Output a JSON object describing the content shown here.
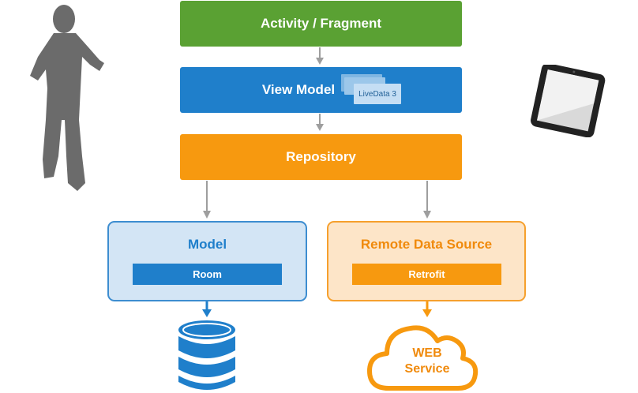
{
  "layers": {
    "activity_label": "Activity / Fragment",
    "viewmodel_label": "View Model",
    "livedata_label": "LiveData 3",
    "repository_label": "Repository"
  },
  "model": {
    "title": "Model",
    "library": "Room"
  },
  "remote": {
    "title": "Remote Data Source",
    "library": "Retrofit"
  },
  "web": {
    "line1": "WEB",
    "line2": "Service"
  },
  "icons": [
    "person-silhouette-icon",
    "tablet-icon",
    "database-icon",
    "cloud-icon"
  ],
  "colors": {
    "activity": "#5aa133",
    "viewmodel": "#1f7fcb",
    "repository": "#f7990f",
    "model_bg": "#d3e5f5",
    "remote_bg": "#fde5c8",
    "arrow": "#9e9e9e"
  }
}
